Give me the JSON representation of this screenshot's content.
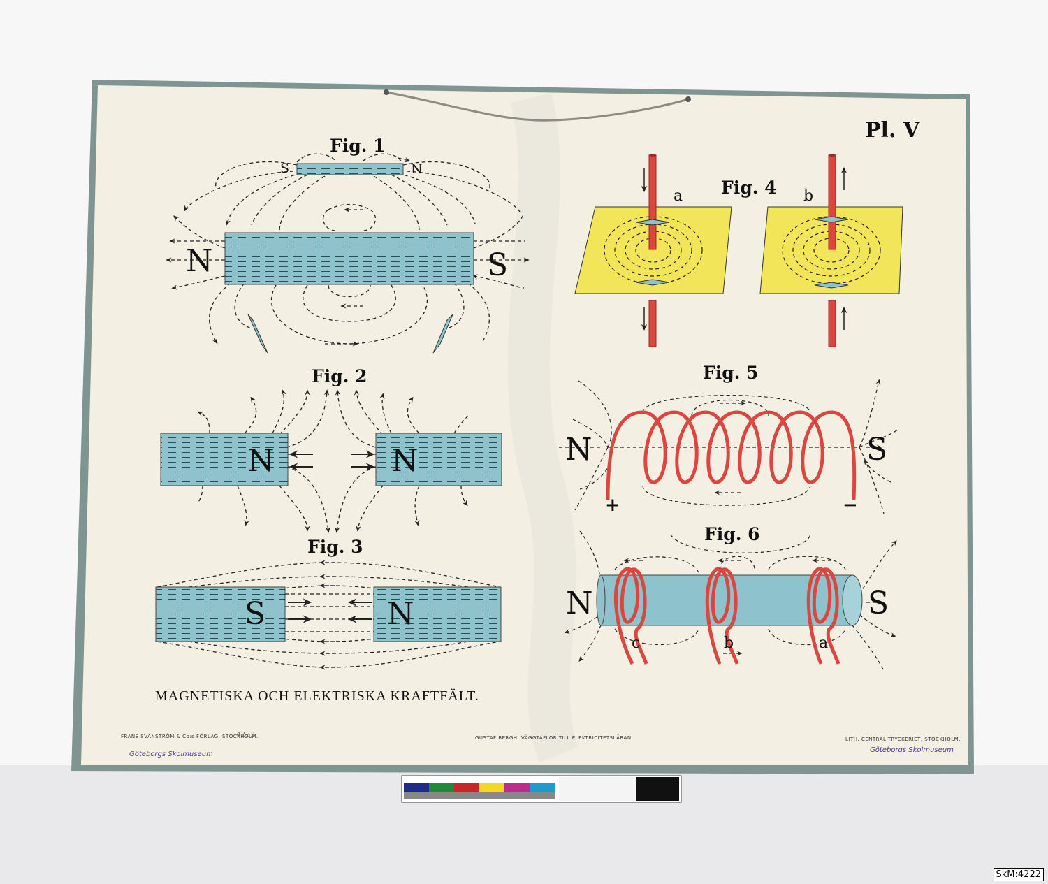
{
  "plate": "Pl. V",
  "title": "MAGNETISKA OCH ELEKTRISKA KRAFTFÄLT.",
  "figures": {
    "fig1": {
      "label": "Fig. 1",
      "small_s": "S",
      "small_n": "N",
      "big_n": "N",
      "big_s": "S"
    },
    "fig2": {
      "label": "Fig. 2",
      "left_pole": "N",
      "right_pole": "N"
    },
    "fig3": {
      "label": "Fig. 3",
      "left_pole": "S",
      "right_pole": "N"
    },
    "fig4": {
      "label": "Fig. 4",
      "a": "a",
      "b": "b"
    },
    "fig5": {
      "label": "Fig. 5",
      "n": "N",
      "s": "S",
      "plus": "+",
      "minus": "−"
    },
    "fig6": {
      "label": "Fig. 6",
      "n": "N",
      "s": "S",
      "a": "a",
      "b": "b",
      "c": "c"
    }
  },
  "footer": {
    "publisher": "FRANS SVANSTRÖM & Co:s FÖRLAG, STOCKHOLM.",
    "number": "4222",
    "series": "GUSTAF BERGH, VÄGGTAFLOR TILL ELEKTRICITETSLÄRAN",
    "printer": "LITH. CENTRAL-TRYCKERIET, STOCKHOLM.",
    "stamp_left": "Göteborgs Skolmuseum",
    "stamp_right": "Göteborgs Skolmuseum"
  },
  "museum_id": "SkM:4222",
  "colors": {
    "board": "#f3efe2",
    "frame": "#7f9591",
    "magnet": "#8ec3cd",
    "wire": "#dc4640",
    "paper": "#f2e55a"
  }
}
